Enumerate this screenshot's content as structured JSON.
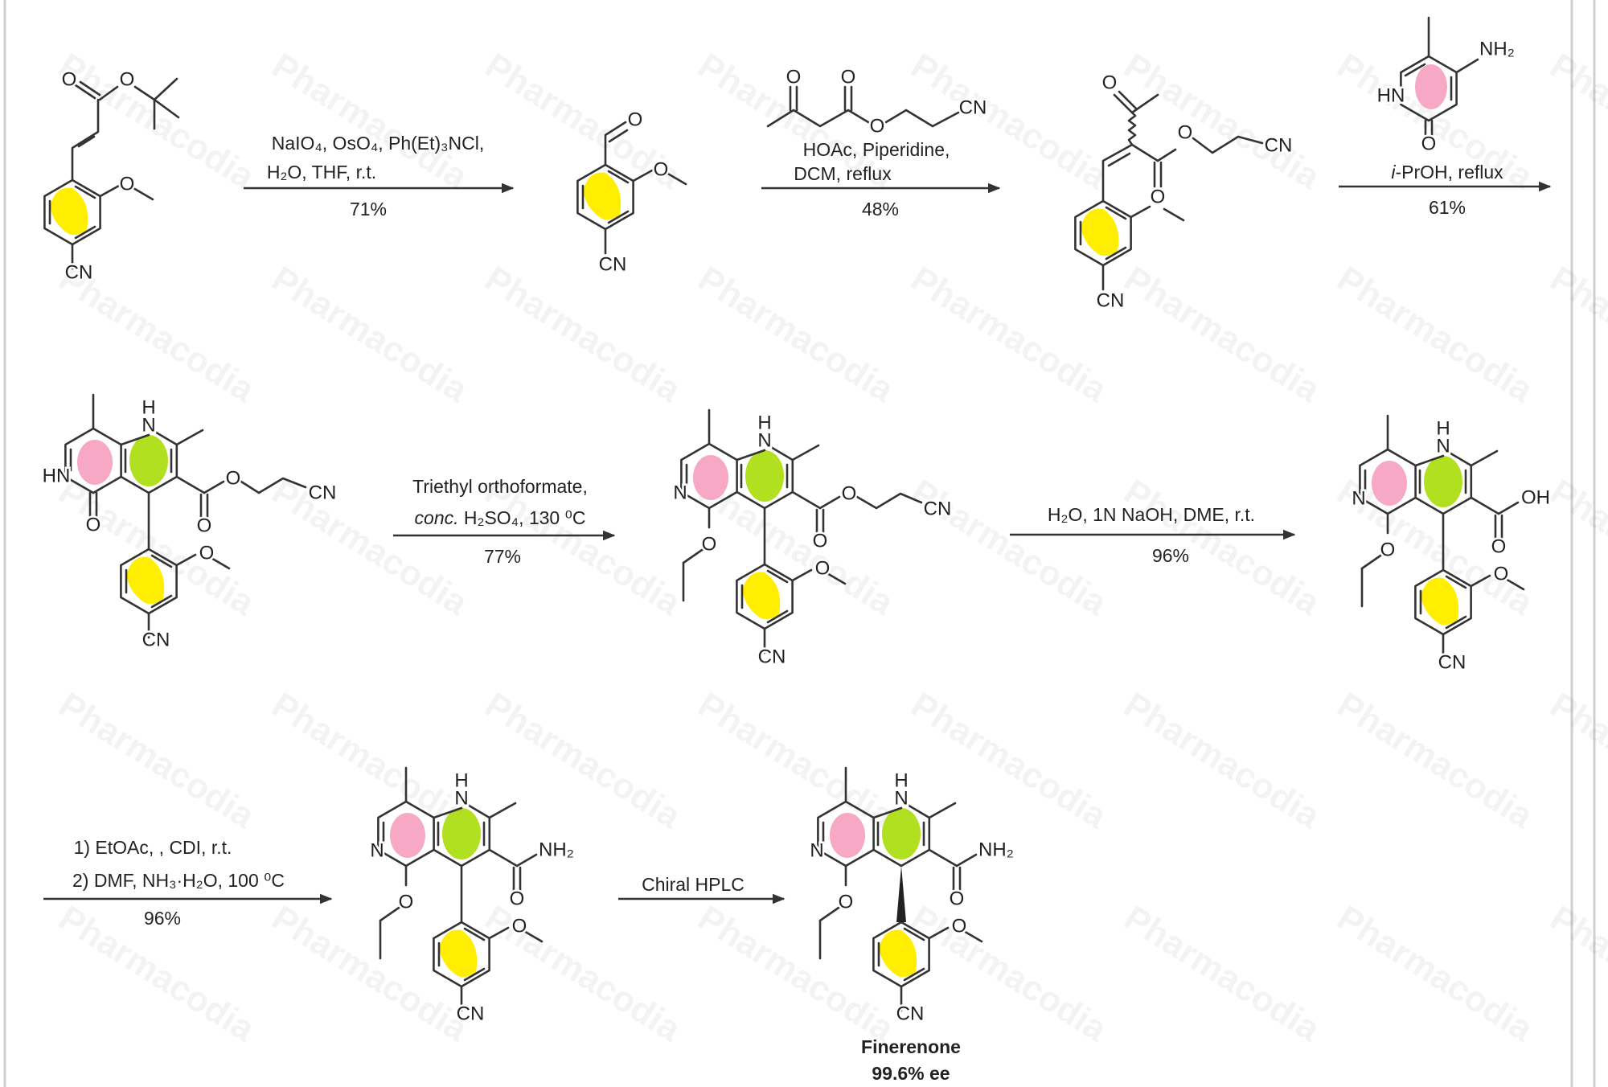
{
  "watermark": "Pharmacodia",
  "colors": {
    "ring_benzene": "#ffee00",
    "ring_pyridine": "#f7a8c4",
    "ring_dihydro": "#b0e020",
    "frame": "#cfcfcf"
  },
  "atoms": {
    "O": "O",
    "CN": "CN",
    "N": "N",
    "HN": "HN",
    "H": "H",
    "NH2": "NH₂",
    "OH": "OH"
  },
  "steps": [
    {
      "lines": [
        "NaIO₄, OsO₄, Ph(Et)₃NCl,",
        "H₂O, THF, r.t."
      ],
      "yield": "71%"
    },
    {
      "lines": [
        "HOAc, Piperidine,",
        "DCM, reflux"
      ],
      "yield": "48%"
    },
    {
      "italic_prefix": "i",
      "lines": [
        "-PrOH, reflux"
      ],
      "yield": "61%"
    },
    {
      "lines": [
        "Triethyl orthoformate,"
      ],
      "italic_prefix": "conc.",
      "line2_rest": " H₂SO₄, 130 ⁰C",
      "yield": "77%"
    },
    {
      "lines": [
        "H₂O, 1N NaOH, DME, r.t."
      ],
      "yield": "96%"
    },
    {
      "lines": [
        "1) EtOAc,   , CDI, r.t.",
        "2) DMF, NH₃·H₂O, 100 ⁰C"
      ],
      "yield": "96%"
    },
    {
      "lines": [
        "Chiral HPLC"
      ]
    }
  ],
  "product": {
    "name": "Finerenone",
    "ee": "99.6% ee"
  }
}
